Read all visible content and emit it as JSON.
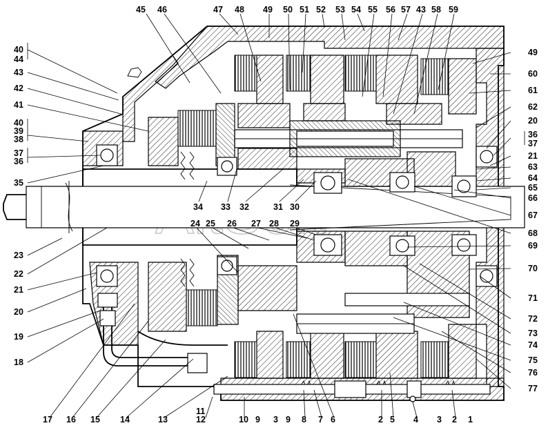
{
  "watermark": "AltSoft",
  "labels_top": [
    "45",
    "46",
    "47",
    "48",
    "49",
    "50",
    "51",
    "52",
    "53",
    "54",
    "55",
    "56",
    "57",
    "43",
    "58",
    "59"
  ],
  "labels_left": [
    "40",
    "44",
    "43",
    "42",
    "41",
    "40",
    "39",
    "38",
    "37",
    "36",
    "35",
    "23",
    "22",
    "21",
    "20",
    "19",
    "18"
  ],
  "labels_right": [
    "49",
    "60",
    "61",
    "62",
    "20",
    "36",
    "37",
    "21",
    "63",
    "64",
    "65",
    "66",
    "67",
    "68",
    "69",
    "70",
    "71",
    "72",
    "73",
    "74",
    "75",
    "76",
    "77"
  ],
  "labels_bottom": [
    "17",
    "16",
    "15",
    "14",
    "13",
    "11",
    "12",
    "10",
    "9",
    "3",
    "9",
    "8",
    "7",
    "6",
    "2",
    "5",
    "4",
    "3",
    "2",
    "1"
  ],
  "labels_inner": [
    "34",
    "33",
    "32",
    "31",
    "30",
    "24",
    "25",
    "26",
    "27",
    "28",
    "29"
  ]
}
